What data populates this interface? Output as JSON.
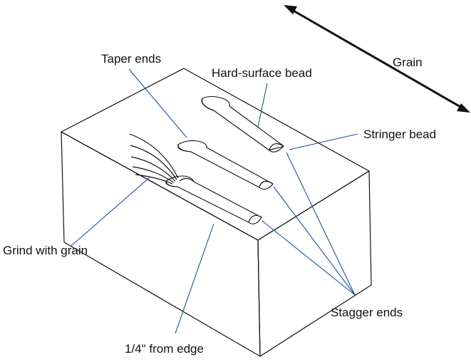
{
  "labels": {
    "grain": "Grain",
    "taper_ends": "Taper ends",
    "hard_surface_bead": "Hard-surface bead",
    "stringer_bead": "Stringer bead",
    "grind_with_grain": "Grind with grain",
    "stagger_ends": "Stagger ends",
    "from_edge": "1/4\" from edge"
  },
  "colors": {
    "outline": "#111111",
    "leader_line": "#1f4e9b",
    "background": "#ffffff"
  },
  "icons": {
    "grain_direction": "double-headed-arrow-icon"
  }
}
